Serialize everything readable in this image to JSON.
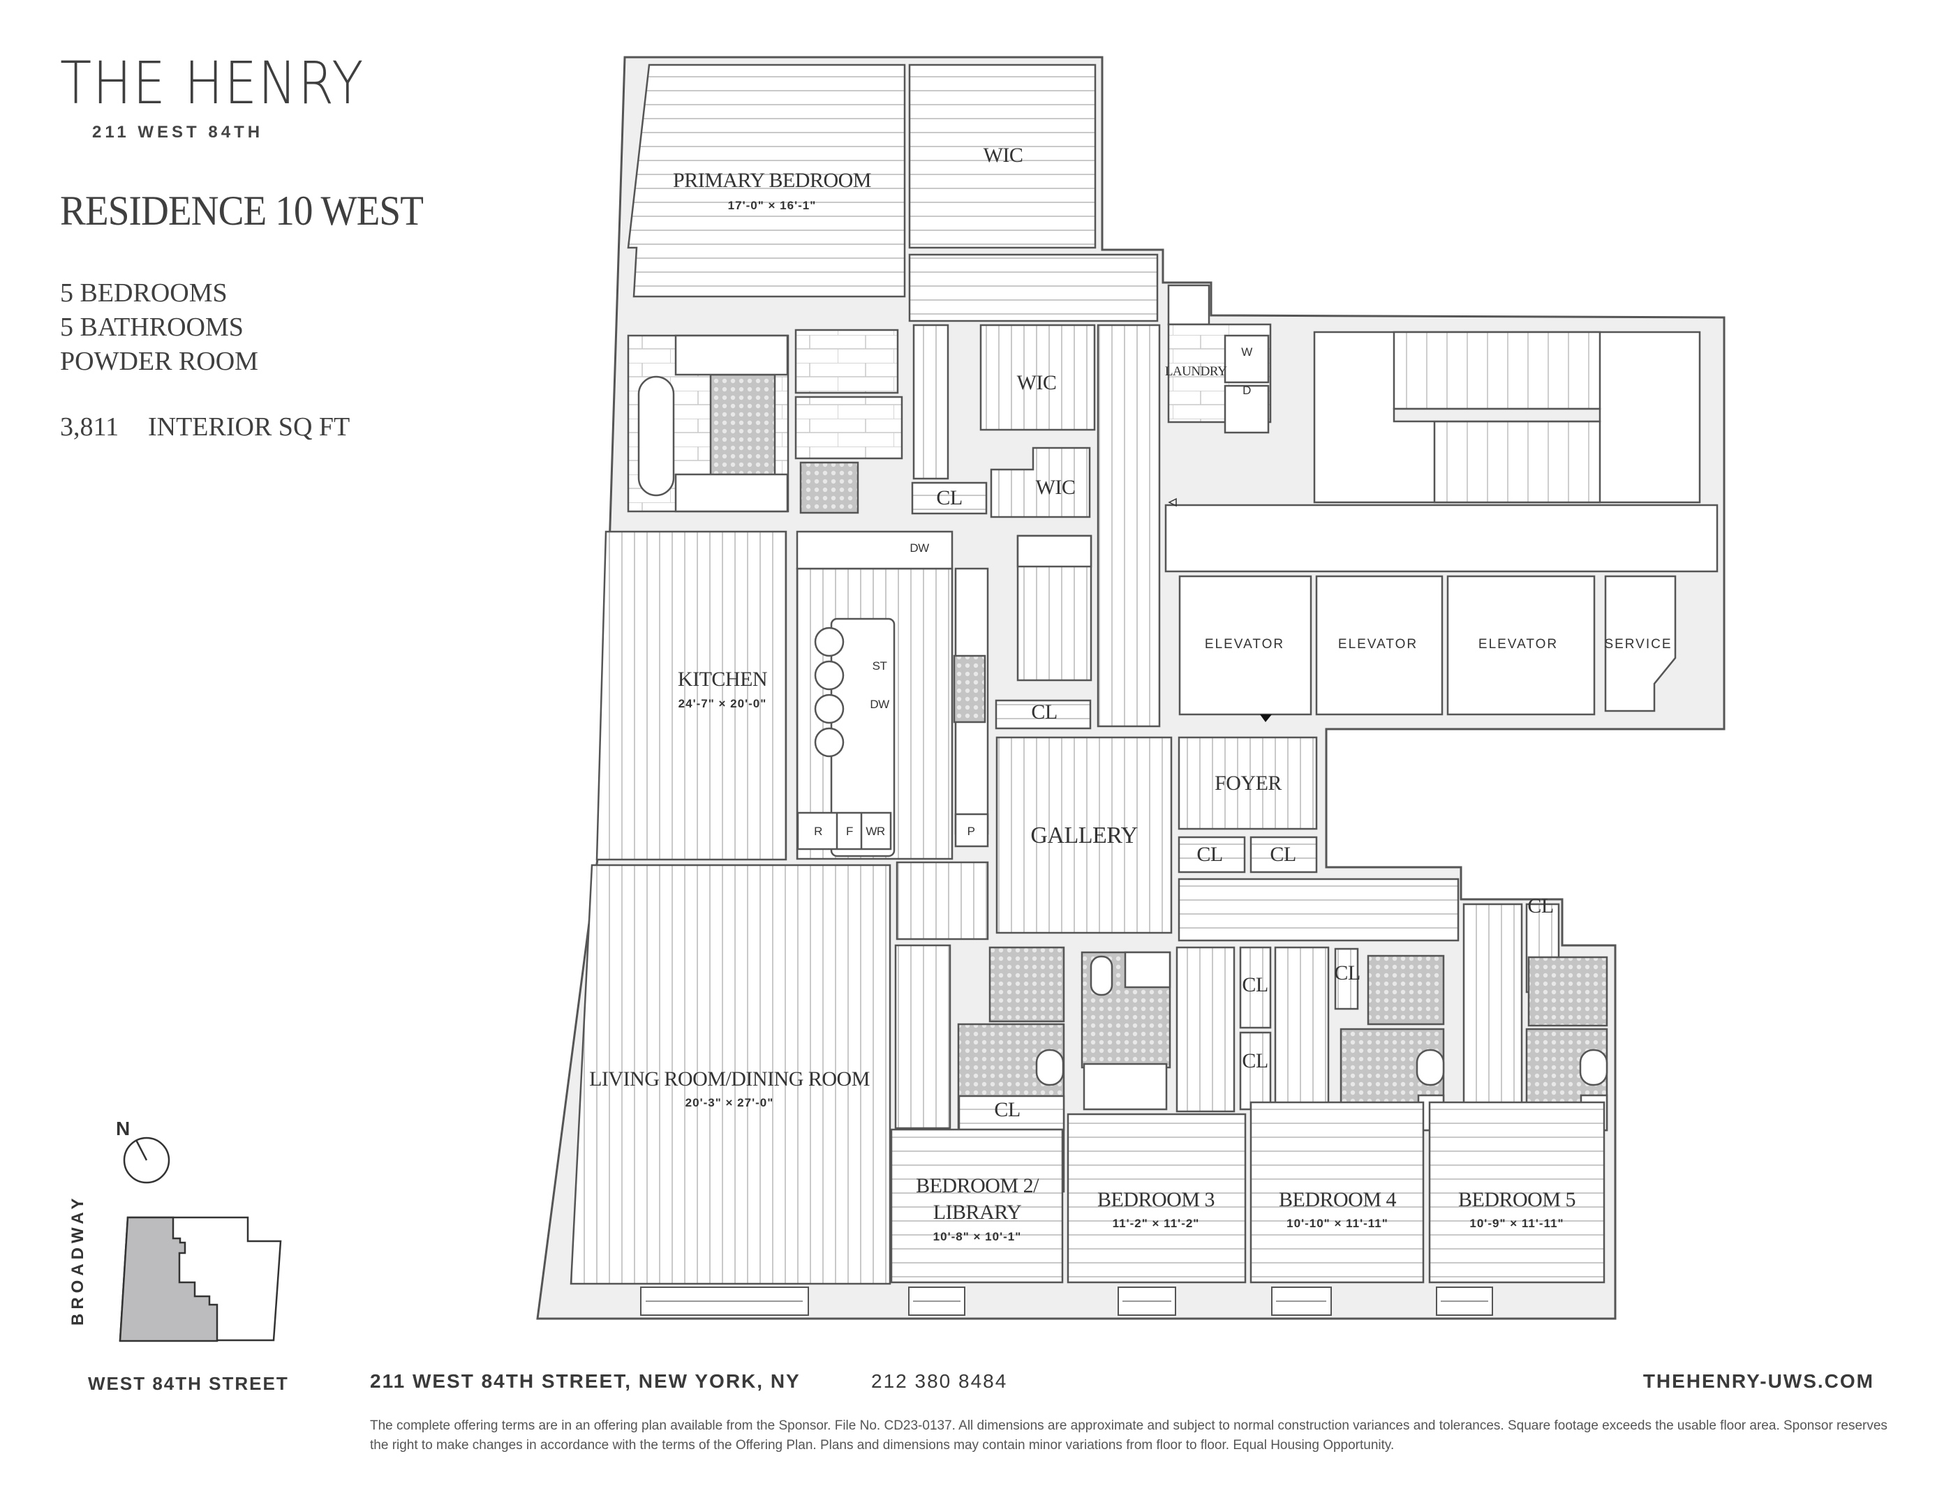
{
  "header": {
    "brand": "THE HENRY",
    "brand_sub": "211 WEST 84TH",
    "residence": "RESIDENCE 10 WEST",
    "specs": [
      "5 BEDROOMS",
      "5 BATHROOMS",
      "POWDER ROOM"
    ],
    "sqft_value": "3,811",
    "sqft_label": "INTERIOR SQ FT"
  },
  "rooms": {
    "primary_bedroom": {
      "name": "PRIMARY BEDROOM",
      "dims": "17'-0\" × 16'-1\""
    },
    "wic_top": {
      "name": "WIC"
    },
    "wic_mid": {
      "name": "WIC"
    },
    "wic_low": {
      "name": "WIC"
    },
    "cl_bath": {
      "name": "CL"
    },
    "laundry": {
      "name": "LAUNDRY",
      "washer": "W",
      "dryer": "D"
    },
    "kitchen": {
      "name": "KITCHEN",
      "dims": "24'-7\" × 20'-0\"",
      "appliances": {
        "dw_counter": "DW",
        "st": "ST",
        "dw_island": "DW",
        "r": "R",
        "f": "F",
        "wr": "WR",
        "p": "P"
      }
    },
    "cl_powder": {
      "name": "CL"
    },
    "gallery": {
      "name": "GALLERY"
    },
    "foyer": {
      "name": "FOYER"
    },
    "cl_foyer_1": {
      "name": "CL"
    },
    "cl_foyer_2": {
      "name": "CL"
    },
    "cl_hall_right": {
      "name": "CL"
    },
    "living": {
      "name": "LIVING ROOM/DINING ROOM",
      "dims": "20'-3\" × 27'-0\""
    },
    "cl_br2": {
      "name": "CL"
    },
    "cl_br3_a": {
      "name": "CL"
    },
    "cl_br3_b": {
      "name": "CL"
    },
    "cl_br4": {
      "name": "CL"
    },
    "bedroom2": {
      "name_line1": "BEDROOM 2/",
      "name_line2": "LIBRARY",
      "dims": "10'-8\" × 10'-1\""
    },
    "bedroom3": {
      "name": "BEDROOM 3",
      "dims": "11'-2\" × 11'-2\""
    },
    "bedroom4": {
      "name": "BEDROOM 4",
      "dims": "10'-10\" × 11'-11\""
    },
    "bedroom5": {
      "name": "BEDROOM 5",
      "dims": "10'-9\" × 11'-11\""
    },
    "core": {
      "elevator1": "ELEVATOR",
      "elevator2": "ELEVATOR",
      "elevator3": "ELEVATOR",
      "service": "SERVICE"
    }
  },
  "site_map": {
    "north": "N",
    "west_street": "BROADWAY",
    "south_street": "WEST 84TH STREET"
  },
  "footer": {
    "address": "211 WEST 84TH STREET, NEW YORK, NY",
    "phone": "212 380 8484",
    "website": "THEHENRY-UWS.COM",
    "disclaimer": "The complete offering terms are in an offering plan available from the Sponsor. File No. CD23-0137. All dimensions are approximate and subject to normal construction variances and tolerances. Square footage exceeds the usable floor area. Sponsor reserves the right to make changes in accordance with the terms of the Offering Plan. Plans and dimensions may contain minor variations from floor to floor. Equal Housing Opportunity."
  },
  "colors": {
    "wall_fill": "#efefef",
    "wall_stroke": "#555555",
    "floor_hatch": "#c9c9c9",
    "tile": "#bdbdbd",
    "site_highlight": "#bcbcbe",
    "text": "#3a3a3a"
  }
}
